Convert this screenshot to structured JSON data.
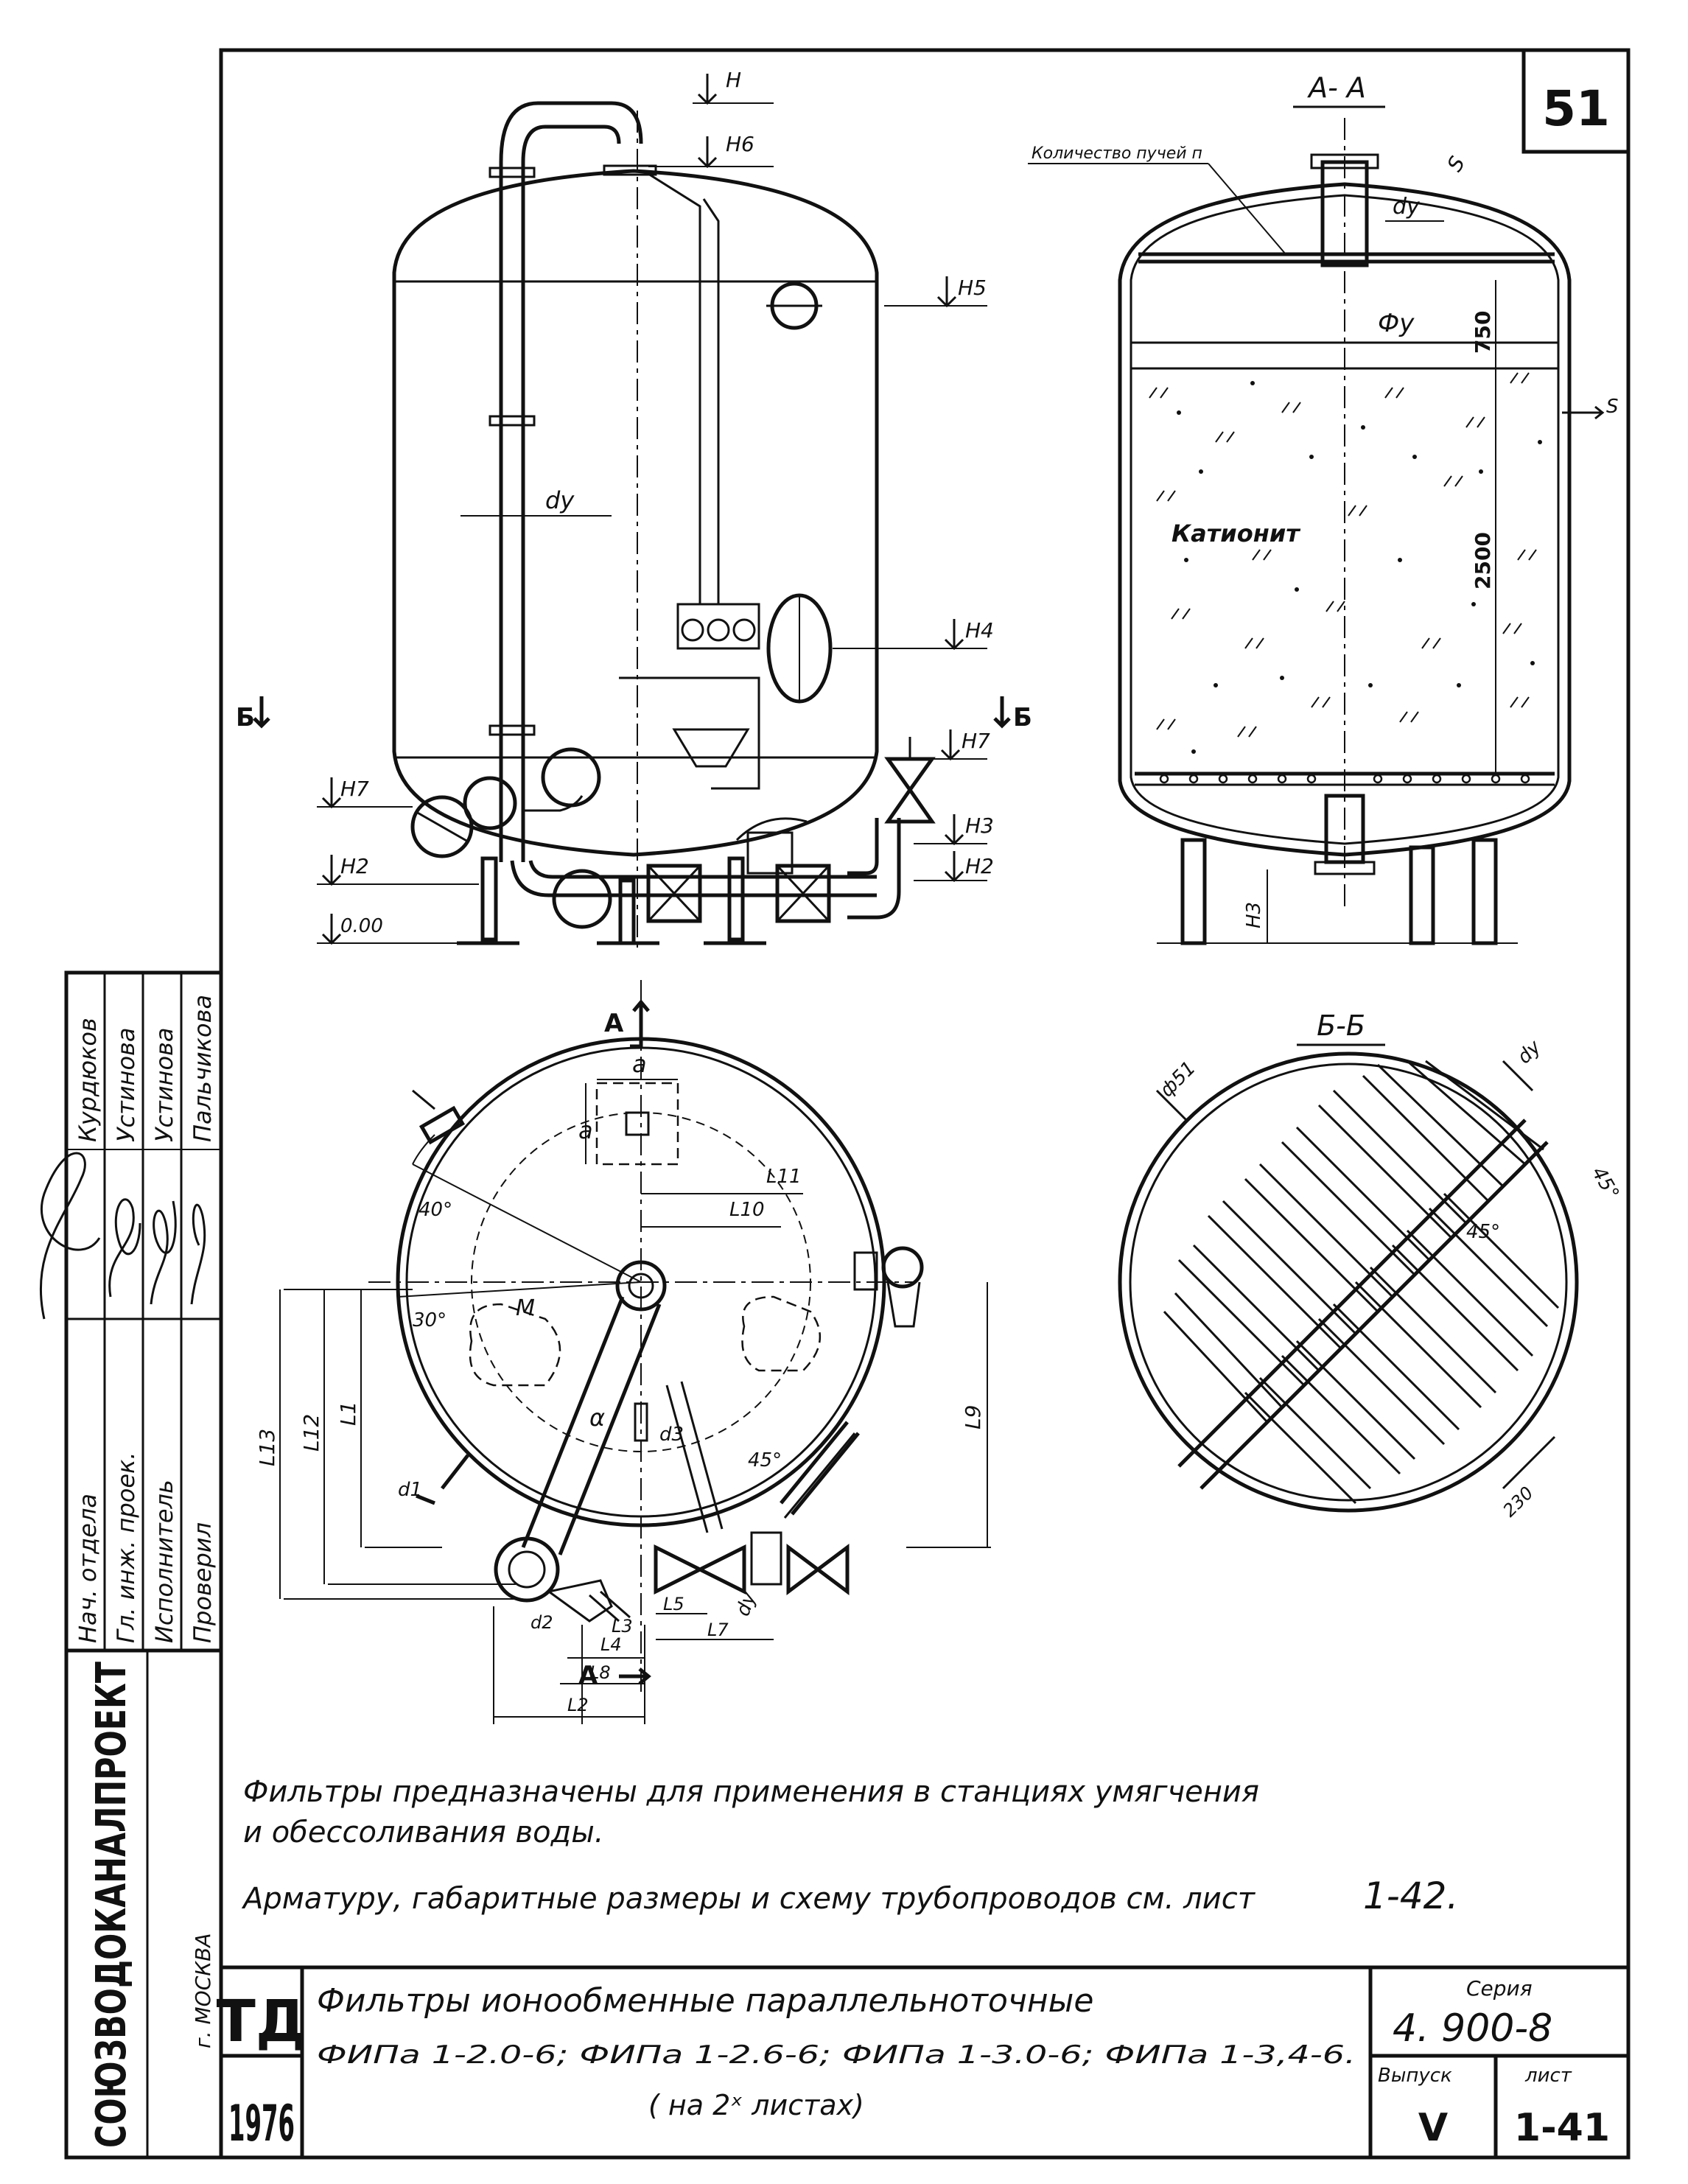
{
  "sheet": {
    "page_number": "51",
    "section_aa_title": "А- А",
    "section_bb_title": "Б-Б",
    "marker_a": "А",
    "marker_b": "Б"
  },
  "front_view_labels": {
    "H": "Н",
    "H6": "Н6",
    "H5": "Н5",
    "H4": "Н4",
    "H7_right": "Н7",
    "H7_left": "Н7",
    "H3": "Н3",
    "H2_right": "Н2",
    "H2_left": "Н2",
    "zero": "0.00",
    "dy": "dу"
  },
  "section_aa_labels": {
    "nozzles": "Количество пучей  п",
    "s_top": "S",
    "dy": "dу",
    "diameter": "Фу",
    "dim_750": "750",
    "dim_2500": "2500",
    "s_side": "S",
    "media": "Катионит",
    "h3": "Н3"
  },
  "plan_labels": {
    "a_top": "а",
    "a_left": "а",
    "L11": "L11",
    "L10": "L10",
    "angle_40": "40°",
    "angle_30": "30°",
    "angle_45": "45°",
    "M": "М",
    "alpha": "α",
    "d3": "d3",
    "d1": "d1",
    "d2": "d2",
    "L13": "L13",
    "L12": "L12",
    "L1": "L1",
    "L9": "L9",
    "L3": "L3",
    "L4": "L4",
    "L8": "L8",
    "L2": "L2",
    "L5": "L5",
    "L7": "L7",
    "dy": "dу"
  },
  "section_bb_labels": {
    "phi51": "ф51",
    "dy": "dу",
    "angle_45_a": "45°",
    "angle_45_b": "45°",
    "dim_230": "230"
  },
  "notes": {
    "line1": "Фильтры предназначены для применения в станциях умягчения",
    "line2": "и обессоливания воды.",
    "line3_prefix": "Арматуру, габаритные размеры и схему  трубопроводов  см. лист",
    "line3_ref": "1-42."
  },
  "signature_block": {
    "rows": [
      {
        "role": "Нач. отдела",
        "name": "Курдюков"
      },
      {
        "role": "Гл. инж. проек.",
        "name": "Устинова"
      },
      {
        "role": "Исполнитель",
        "name": "Устинова"
      },
      {
        "role": "Проверил",
        "name": "Пальчикова"
      }
    ],
    "org": "СОЮЗВОДОКАНАЛПРОЕКТ",
    "city": "г. МОСКВА"
  },
  "title_block": {
    "code": "ТД",
    "year": "1976",
    "title_line1": "Фильтры ионообменные    параллельноточные",
    "title_line2": "ФИПа 1-2.0-6;   ФИПа 1-2.6-6;  ФИПа 1-3.0-6;  ФИПа 1-3,4-6.",
    "title_line3": "( на   2ˣ   листах)",
    "series_label": "Серия",
    "series_value": "4. 900-8",
    "issue_label": "Выпуск",
    "issue_value": "V",
    "sheet_label": "лист",
    "sheet_value": "1-41"
  }
}
